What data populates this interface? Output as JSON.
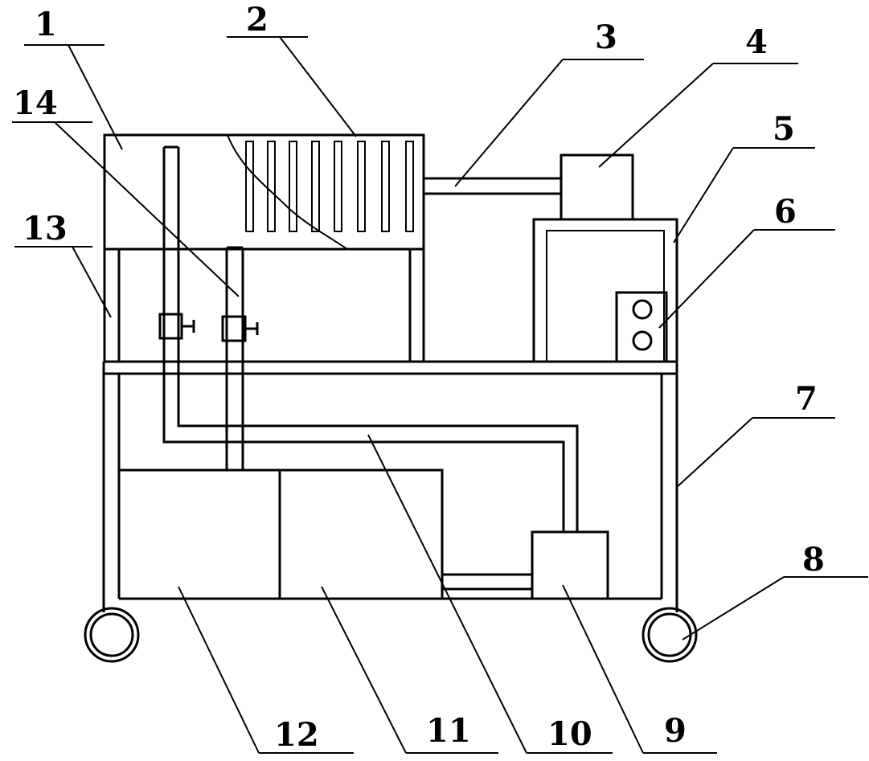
{
  "figure": {
    "labels": [
      {
        "id": "1",
        "text": "1"
      },
      {
        "id": "2",
        "text": "2"
      },
      {
        "id": "3",
        "text": "3"
      },
      {
        "id": "4",
        "text": "4"
      },
      {
        "id": "5",
        "text": "5"
      },
      {
        "id": "6",
        "text": "6"
      },
      {
        "id": "7",
        "text": "7"
      },
      {
        "id": "8",
        "text": "8"
      },
      {
        "id": "9",
        "text": "9"
      },
      {
        "id": "10",
        "text": "10"
      },
      {
        "id": "11",
        "text": "11"
      },
      {
        "id": "12",
        "text": "12"
      },
      {
        "id": "13",
        "text": "13"
      },
      {
        "id": "14",
        "text": "14"
      }
    ]
  }
}
